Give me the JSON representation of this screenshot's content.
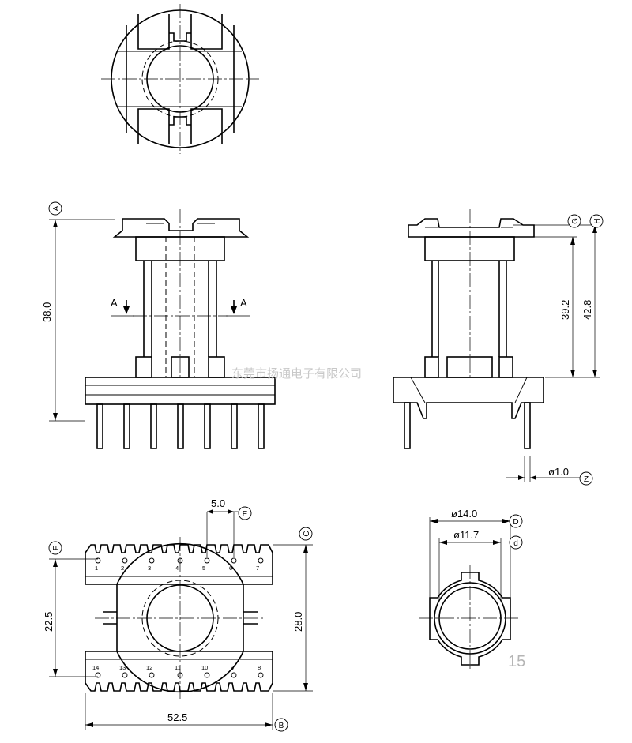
{
  "dimensions": {
    "height_overall": "38.0",
    "height_a": "39.2",
    "height_b": "42.8",
    "pin_diameter": "ø1.0",
    "pitch": "5.0",
    "pad_distance": "22.5",
    "width_depth": "28.0",
    "length": "52.5",
    "outer_diameter": "ø14.0",
    "inner_diameter": "ø11.7"
  },
  "section_marks": {
    "left": "A",
    "right": "A"
  },
  "callouts": {
    "A": "A",
    "G": "G",
    "H": "H",
    "Z": "Z",
    "E": "E",
    "C": "C",
    "F": "F",
    "B": "B",
    "D": "D",
    "d": "d"
  },
  "pins_top": [
    "1",
    "2",
    "3",
    "4",
    "5",
    "6",
    "7"
  ],
  "pins_bottom": [
    "14",
    "13",
    "12",
    "11",
    "10",
    "9",
    "8"
  ],
  "watermark": "东莞市扬通电子有限公司",
  "page_number": "15"
}
